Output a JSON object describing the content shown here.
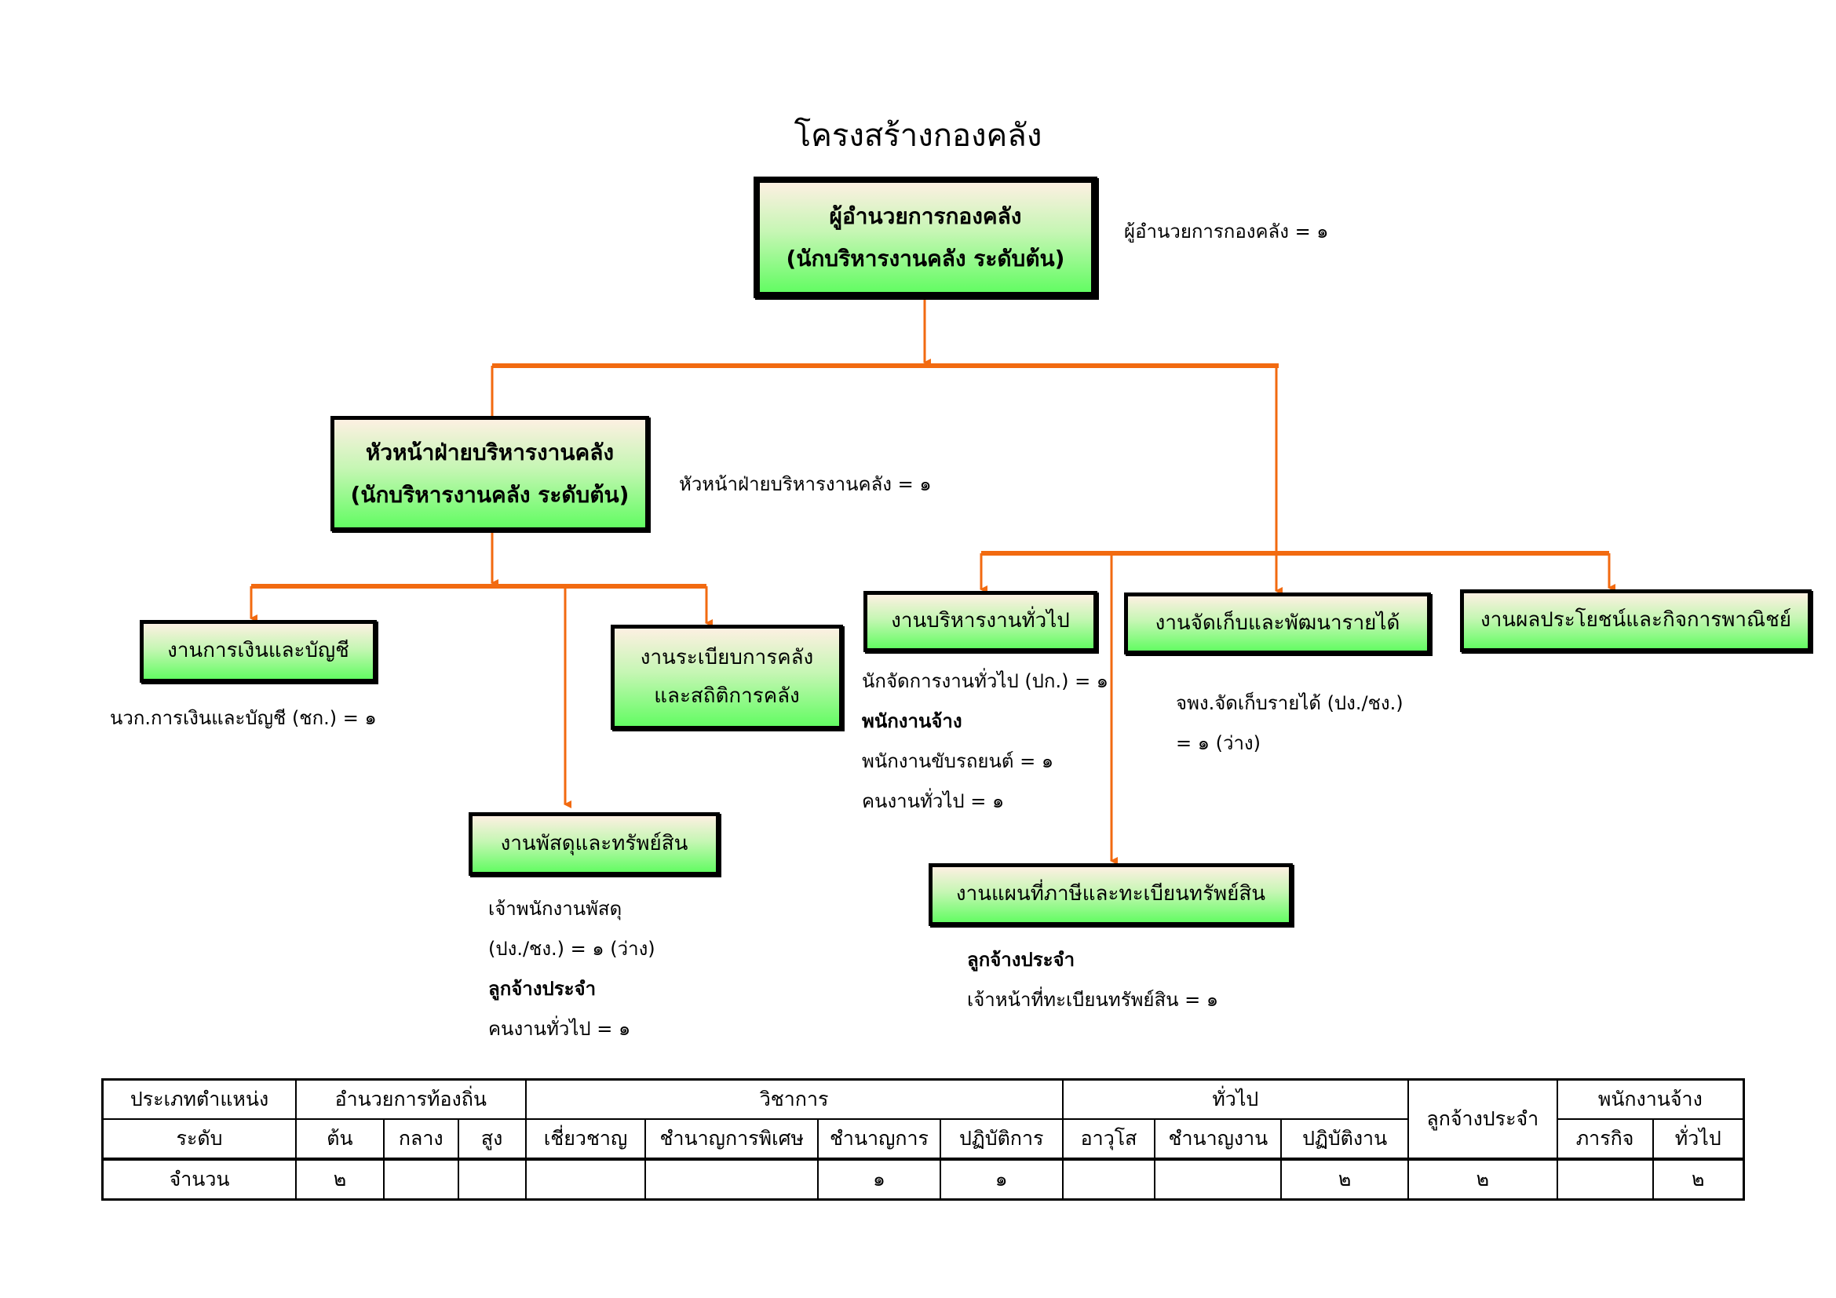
{
  "title": "โครงสร้างกองคลัง",
  "colors": {
    "connector": "#f26a10",
    "box_top": "#fdf0e2",
    "box_bottom": "#63fc63",
    "border": "#000000"
  },
  "director": {
    "line1": "ผู้อำนวยการกองคลัง",
    "line2": "(นักบริหารงานคลัง ระดับต้น)",
    "note": "ผู้อำนวยการกองคลัง = ๑"
  },
  "head": {
    "line1": "หัวหน้าฝ่ายบริหารงานคลัง",
    "line2": "(นักบริหารงานคลัง ระดับต้น)",
    "note": "หัวหน้าฝ่ายบริหารงานคลัง = ๑"
  },
  "units": {
    "finance": {
      "label": "งานการเงินและบัญชี",
      "notes": [
        "นวก.การเงินและบัญชี (ชก.) = ๑"
      ]
    },
    "regulation": {
      "line1": "งานระเบียบการคลัง",
      "line2": "และสถิติการคลัง"
    },
    "supplies": {
      "label": "งานพัสดุและทรัพย์สิน",
      "notes": [
        "เจ้าพนักงานพัสดุ",
        "(ปง./ชง.) = ๑ (ว่าง)",
        "ลูกจ้างประจำ",
        "คนงานทั่วไป = ๑"
      ]
    },
    "general": {
      "label": "งานบริหารงานทั่วไป",
      "notes": [
        "นักจัดการงานทั่วไป (ปก.) = ๑",
        "พนักงานจ้าง",
        "พนักงานขับรถยนต์ = ๑",
        "คนงานทั่วไป = ๑"
      ]
    },
    "revenue": {
      "label": "งานจัดเก็บและพัฒนารายได้",
      "notes": [
        "จพง.จัดเก็บรายได้ (ปง./ชง.)",
        "= ๑ (ว่าง)"
      ]
    },
    "commerce": {
      "label": "งานผลประโยชน์และกิจการพาณิชย์"
    },
    "mapping": {
      "label": "งานแผนที่ภาษีและทะเบียนทรัพย์สิน",
      "notes": [
        "ลูกจ้างประจำ",
        "เจ้าหน้าที่ทะเบียนทรัพย์สิน = ๑"
      ]
    }
  },
  "table": {
    "row1": {
      "type_label": "ประเภทตำแหน่ง",
      "groups": [
        "อำนวยการท้องถิ่น",
        "วิชาการ",
        "ทั่วไป",
        "ลูกจ้างประจำ",
        "พนักงานจ้าง"
      ]
    },
    "row2": {
      "level_label": "ระดับ",
      "levels": [
        "ต้น",
        "กลาง",
        "สูง",
        "เชี่ยวชาญ",
        "ชำนาญการพิเศษ",
        "ชำนาญการ",
        "ปฏิบัติการ",
        "อาวุโส",
        "ชำนาญงาน",
        "ปฏิบัติงาน",
        "ภารกิจ",
        "ทั่วไป"
      ]
    },
    "row3": {
      "count_label": "จำนวน",
      "counts": [
        "๒",
        "",
        "",
        "",
        "",
        "๑",
        "๑",
        "",
        "",
        "๒",
        "๒",
        "",
        "๒"
      ]
    }
  }
}
